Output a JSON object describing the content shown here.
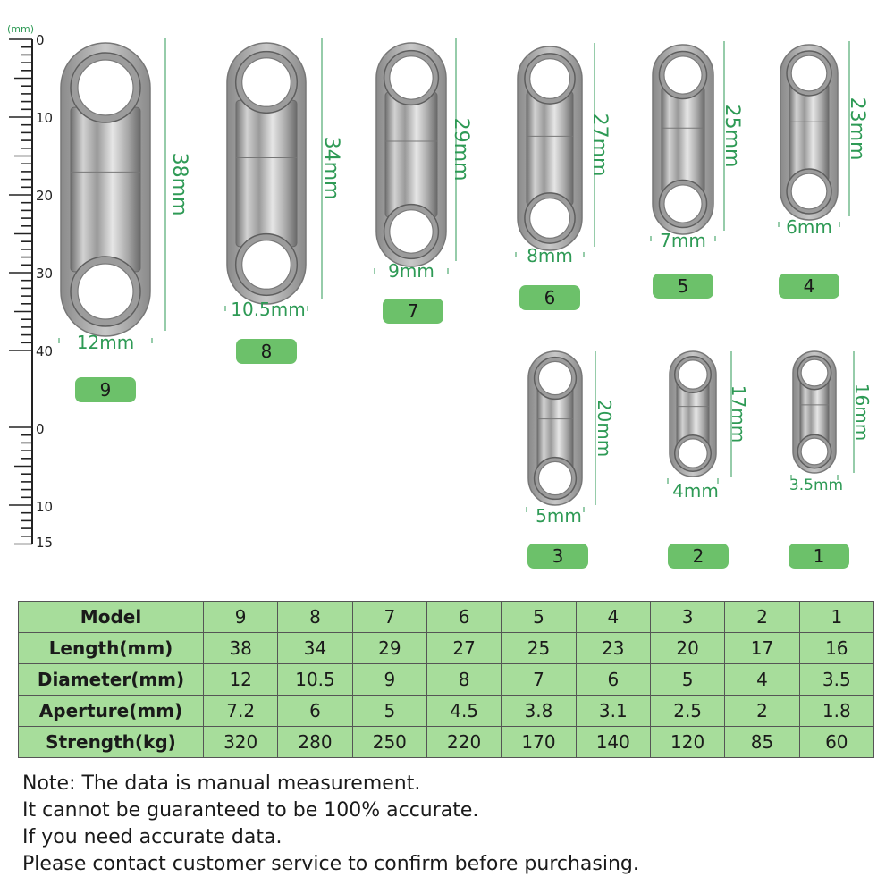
{
  "ruler": {
    "unit": "(mm)",
    "upper_labels": [
      "0",
      "10",
      "20",
      "30",
      "40"
    ],
    "lower_labels": [
      "0",
      "10",
      "15"
    ]
  },
  "swivels": [
    {
      "model": "9",
      "length": "38mm",
      "diameter": "12mm"
    },
    {
      "model": "8",
      "length": "34mm",
      "diameter": "10.5mm"
    },
    {
      "model": "7",
      "length": "29mm",
      "diameter": "9mm"
    },
    {
      "model": "6",
      "length": "27mm",
      "diameter": "8mm"
    },
    {
      "model": "5",
      "length": "25mm",
      "diameter": "7mm"
    },
    {
      "model": "4",
      "length": "23mm",
      "diameter": "6mm"
    },
    {
      "model": "3",
      "length": "20mm",
      "diameter": "5mm"
    },
    {
      "model": "2",
      "length": "17mm",
      "diameter": "4mm"
    },
    {
      "model": "1",
      "length": "16mm",
      "diameter": "3.5mm"
    }
  ],
  "table": {
    "rows": [
      {
        "label": "Model",
        "values": [
          "9",
          "8",
          "7",
          "6",
          "5",
          "4",
          "3",
          "2",
          "1"
        ]
      },
      {
        "label": "Length(mm)",
        "values": [
          "38",
          "34",
          "29",
          "27",
          "25",
          "23",
          "20",
          "17",
          "16"
        ]
      },
      {
        "label": "Diameter(mm)",
        "values": [
          "12",
          "10.5",
          "9",
          "8",
          "7",
          "6",
          "5",
          "4",
          "3.5"
        ]
      },
      {
        "label": "Aperture(mm)",
        "values": [
          "7.2",
          "6",
          "5",
          "4.5",
          "3.8",
          "3.1",
          "2.5",
          "2",
          "1.8"
        ]
      },
      {
        "label": "Strength(kg)",
        "values": [
          "320",
          "280",
          "250",
          "220",
          "170",
          "140",
          "120",
          "85",
          "60"
        ]
      }
    ]
  },
  "notes": [
    "Note: The data is manual measurement.",
    "It cannot be guaranteed to be 100% accurate.",
    "If you need accurate data.",
    "Please contact customer service to confirm before purchasing."
  ],
  "colors": {
    "accent_text": "#2e9a55",
    "badge": "#6cc16a",
    "table_fill": "#a7dd9b"
  }
}
